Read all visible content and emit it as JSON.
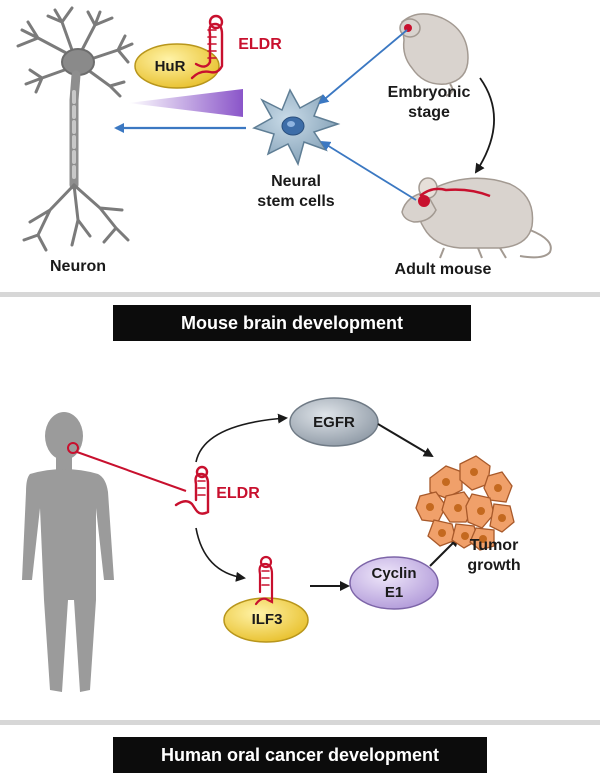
{
  "mouse_panel": {
    "banner": "Mouse brain development",
    "neuron_label": "Neuron",
    "huR_label": "HuR",
    "eldr_label": "ELDR",
    "stem_cells_label_1": "Neural",
    "stem_cells_label_2": "stem cells",
    "embryonic_label_1": "Embryonic",
    "embryonic_label_2": "stage",
    "adult_label": "Adult mouse"
  },
  "human_panel": {
    "banner": "Human oral cancer development",
    "eldr_label": "ELDR",
    "egfr_label": "EGFR",
    "ilf3_label": "ILF3",
    "cyclin_label_1": "Cyclin",
    "cyclin_label_2": "E1",
    "tumor_label_1": "Tumor",
    "tumor_label_2": "growth"
  },
  "colors": {
    "rna_red": "#c8102e",
    "arrow_blue": "#3b78c2",
    "banner_bg": "#0c0c0c",
    "huR_yellow": "#f3d44a",
    "egfr_grey": "#a9b3bd",
    "cyclin_lilac": "#c9b8e6",
    "cell_orange": "#f0a06a",
    "silhouette_grey": "#9b9b9b"
  },
  "icons": [
    "neuron-icon",
    "stem-cell-icon",
    "mouse-icon",
    "human-silhouette-icon",
    "rna-hairpin-icon",
    "tumor-cells-icon"
  ]
}
